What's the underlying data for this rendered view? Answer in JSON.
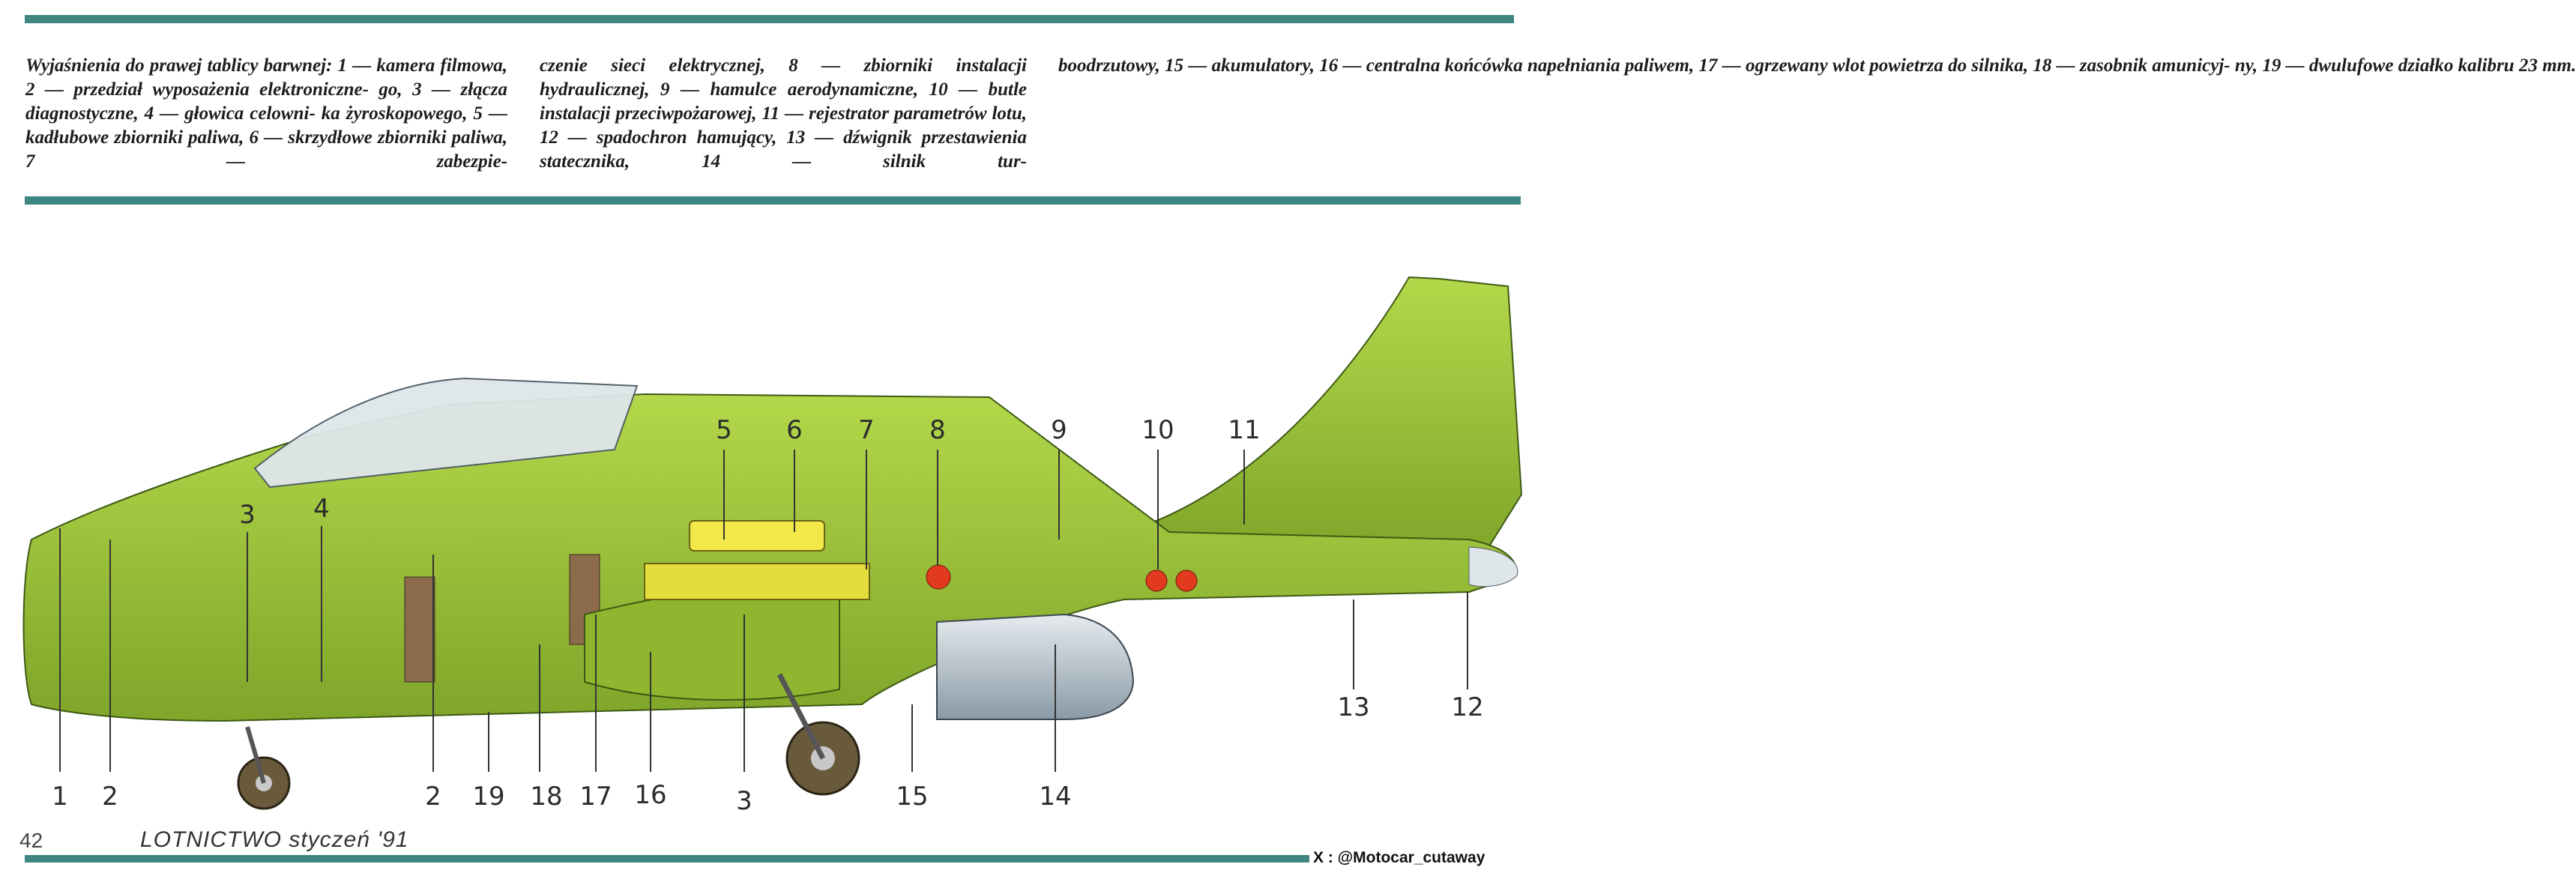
{
  "legend": {
    "col1": "Wyjaśnienia do prawej tablicy barwnej: 1 — kamera filmowa, 2 — przedział wyposażenia elektroniczne- go, 3 — złącza diagnostyczne, 4 — głowica celowni- ka żyroskopowego, 5 — kadłubowe zbiorniki paliwa, 6 — skrzydłowe zbiorniki paliwa, 7 — zabezpie-",
    "col2": "czenie sieci elektrycznej, 8 — zbiorniki instalacji hydraulicznej, 9 — hamulce aerodynamiczne, 10 — butle instalacji przeciwpożarowej, 11 — rejestrator parametrów lotu, 12 — spadochron hamujący, 13 — dźwignik przestawienia statecznika, 14 — silnik tur-",
    "col3": "boodrzutowy, 15 — akumulatory, 16 — centralna końcówka napełniania paliwem, 17 — ogrzewany wlot powietrza do silnika, 18 — zasobnik amunicyj- ny, 19 — dwulufowe działko kalibru 23 mm."
  },
  "callouts": [
    {
      "id": "c1",
      "label": "1"
    },
    {
      "id": "c2a",
      "label": "2"
    },
    {
      "id": "c3a",
      "label": "3"
    },
    {
      "id": "c4",
      "label": "4"
    },
    {
      "id": "c2b",
      "label": "2"
    },
    {
      "id": "c19",
      "label": "19"
    },
    {
      "id": "c18",
      "label": "18"
    },
    {
      "id": "c17",
      "label": "17"
    },
    {
      "id": "c16",
      "label": "16"
    },
    {
      "id": "c3b",
      "label": "3"
    },
    {
      "id": "c5",
      "label": "5"
    },
    {
      "id": "c6",
      "label": "6"
    },
    {
      "id": "c7",
      "label": "7"
    },
    {
      "id": "c8",
      "label": "8"
    },
    {
      "id": "c9",
      "label": "9"
    },
    {
      "id": "c10",
      "label": "10"
    },
    {
      "id": "c11",
      "label": "11"
    },
    {
      "id": "c15",
      "label": "15"
    },
    {
      "id": "c14",
      "label": "14"
    },
    {
      "id": "c13",
      "label": "13"
    },
    {
      "id": "c12",
      "label": "12"
    }
  ],
  "footer": {
    "page_number": "42",
    "magazine": "LOTNICTWO  styczeń '91"
  },
  "credit": "X : @Motocar_cutaway",
  "colors": {
    "rule": "#3f8581",
    "airframe": "#9dc43a",
    "airframe_dark": "#6f9a22",
    "fuel_tank": "#f2e84a",
    "hydraulic_tank": "#e23a1e"
  }
}
